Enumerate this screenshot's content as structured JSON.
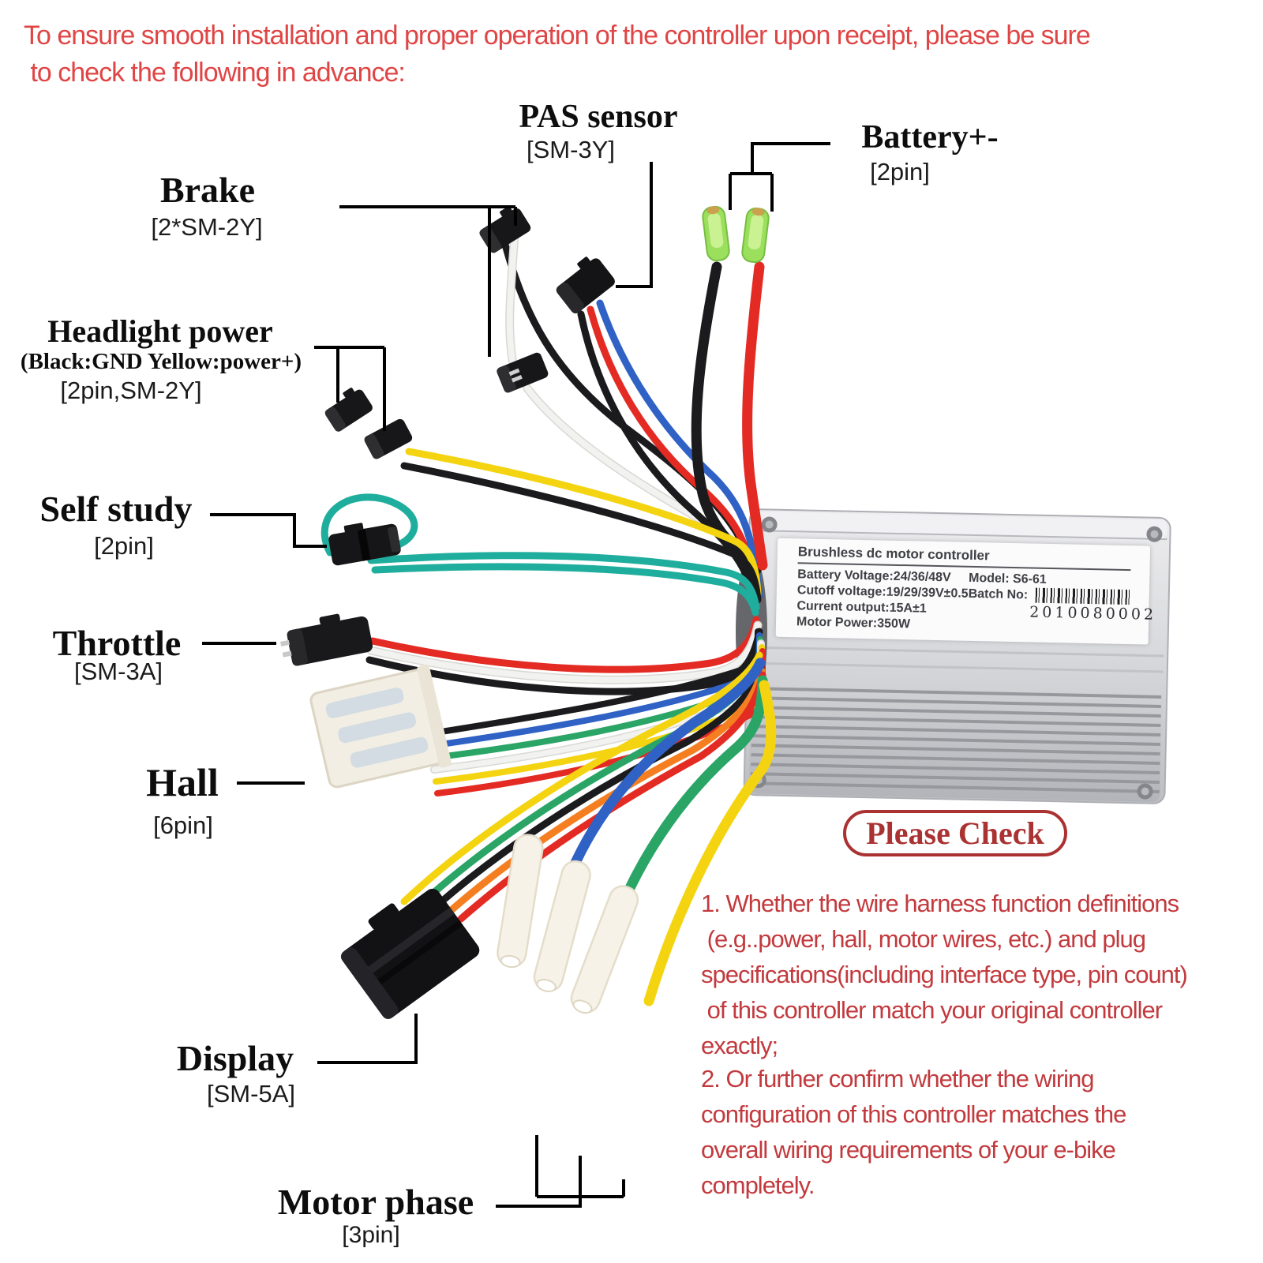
{
  "colors": {
    "intro_red": "#e04545",
    "note_red": "#c23a3e",
    "badge_red": "#ab3232",
    "wire_black": "#1b1b1d",
    "wire_white": "#f2f2f0",
    "wire_red": "#e32b24",
    "wire_blue": "#2f62c4",
    "wire_green": "#2aa566",
    "wire_teal": "#1fae9d",
    "wire_yellow": "#f4d411",
    "wire_orange": "#f57f20",
    "controller_metal": "#d9dadd",
    "battery_sleeve_green": "#8edc46"
  },
  "intro": "To ensure smooth installation and proper operation of the controller upon receipt, please be sure\n to check the following in advance:",
  "callouts": {
    "pas": {
      "title": "PAS sensor",
      "spec": "[SM-3Y]"
    },
    "battery": {
      "title": "Battery+-",
      "spec": "[2pin]"
    },
    "brake": {
      "title": "Brake",
      "spec": "[2*SM-2Y]"
    },
    "headlight": {
      "title": "Headlight power",
      "note": "(Black:GND Yellow:power+)",
      "spec": "[2pin,SM-2Y]"
    },
    "self_study": {
      "title": "Self study",
      "spec": "[2pin]"
    },
    "throttle": {
      "title": "Throttle",
      "spec": "[SM-3A]"
    },
    "hall": {
      "title": "Hall",
      "spec": "[6pin]"
    },
    "display": {
      "title": "Display",
      "spec": "[SM-5A]"
    },
    "motor_phase": {
      "title": "Motor phase",
      "spec": "[3pin]"
    }
  },
  "controller": {
    "title": "Brushless dc motor controller",
    "battery_voltage": "Battery Voltage:24/36/48V",
    "cutoff_voltage": "Cutoff voltage:19/29/39V±0.5",
    "current_output": "Current output:15A±1",
    "motor_power": "Motor Power:350W",
    "model": "Model:  S6-61",
    "batch_label": "Batch No:",
    "batch_number": "2010080002"
  },
  "check": {
    "badge": "Please Check",
    "item1": "1. Whether the wire harness function definitions\n (e.g..power, hall, motor wires, etc.) and plug\nspecifications(including interface type, pin count)\n of this controller match your original controller\nexactly;",
    "item2": "2. Or further confirm whether the wiring\nconfiguration of this controller matches the\noverall wiring requirements of your e-bike\ncompletely."
  }
}
